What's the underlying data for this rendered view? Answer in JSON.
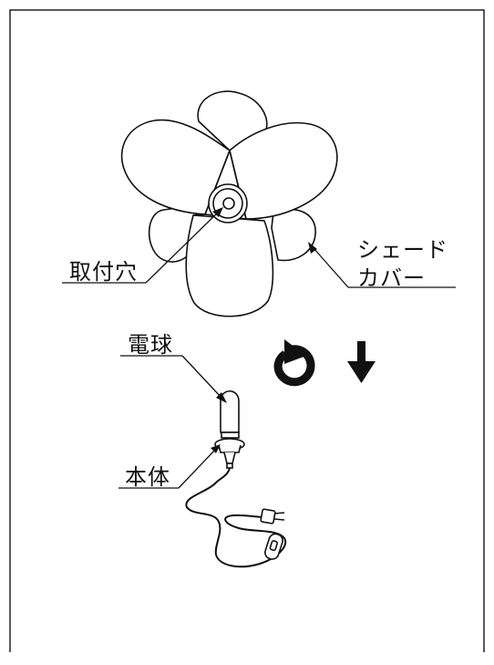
{
  "labels": {
    "mount_hole": "取付穴",
    "shade_cover_line1": "シェード",
    "shade_cover_line2": "カバー",
    "bulb": "電球",
    "body": "本体"
  },
  "icons": {
    "rotate": "rotate-clockwise-arrow-icon",
    "down": "down-arrow-icon"
  },
  "colors": {
    "line": "#111111",
    "background": "#ffffff"
  }
}
